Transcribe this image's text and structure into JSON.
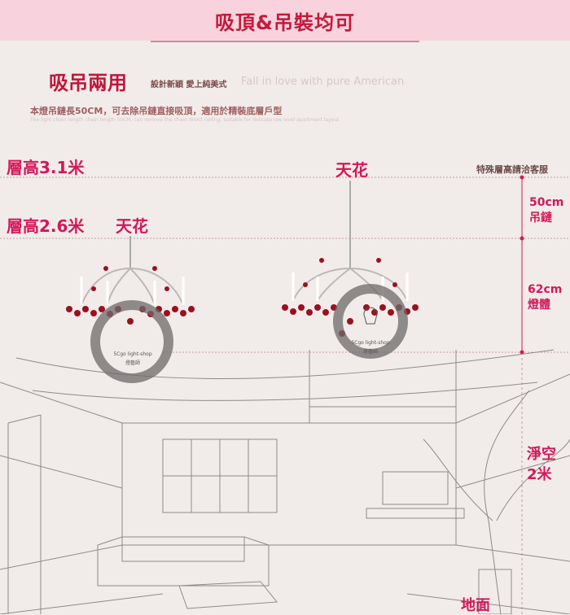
{
  "banner": {
    "title": "吸頂&吊裝均可"
  },
  "header": {
    "title": "吸吊兩用",
    "tag": "設計新穎 愛上純美式",
    "tag_en": "Fall in love with pure American",
    "description": "本燈吊鏈長50CM，可去除吊鏈直接吸頂，適用於精裝底層戶型",
    "description_en": "The light chain length chain length 50CM, can remove the chain direct ceiling, suitable for delicate low level apartment layout"
  },
  "labels": {
    "ceiling_31": "層高3.1米",
    "ceiling_26": "層高2.6米",
    "tianhua_left": "天花",
    "tianhua_right": "天花",
    "special_note": "特殊層高請洽客服",
    "chain_value": "50cm",
    "chain_label": "吊鏈",
    "body_value": "62cm",
    "body_label": "燈體",
    "clearance_1": "淨空",
    "clearance_2": "2米",
    "floor": "地面"
  },
  "watermark": {
    "text": "5Cgo light-shop",
    "sub": "燈藝師"
  },
  "colors": {
    "accent": "#d4175a",
    "banner_bg": "#f8d3dd",
    "crystal": "#9b1020",
    "bg": "#f1ecea"
  }
}
